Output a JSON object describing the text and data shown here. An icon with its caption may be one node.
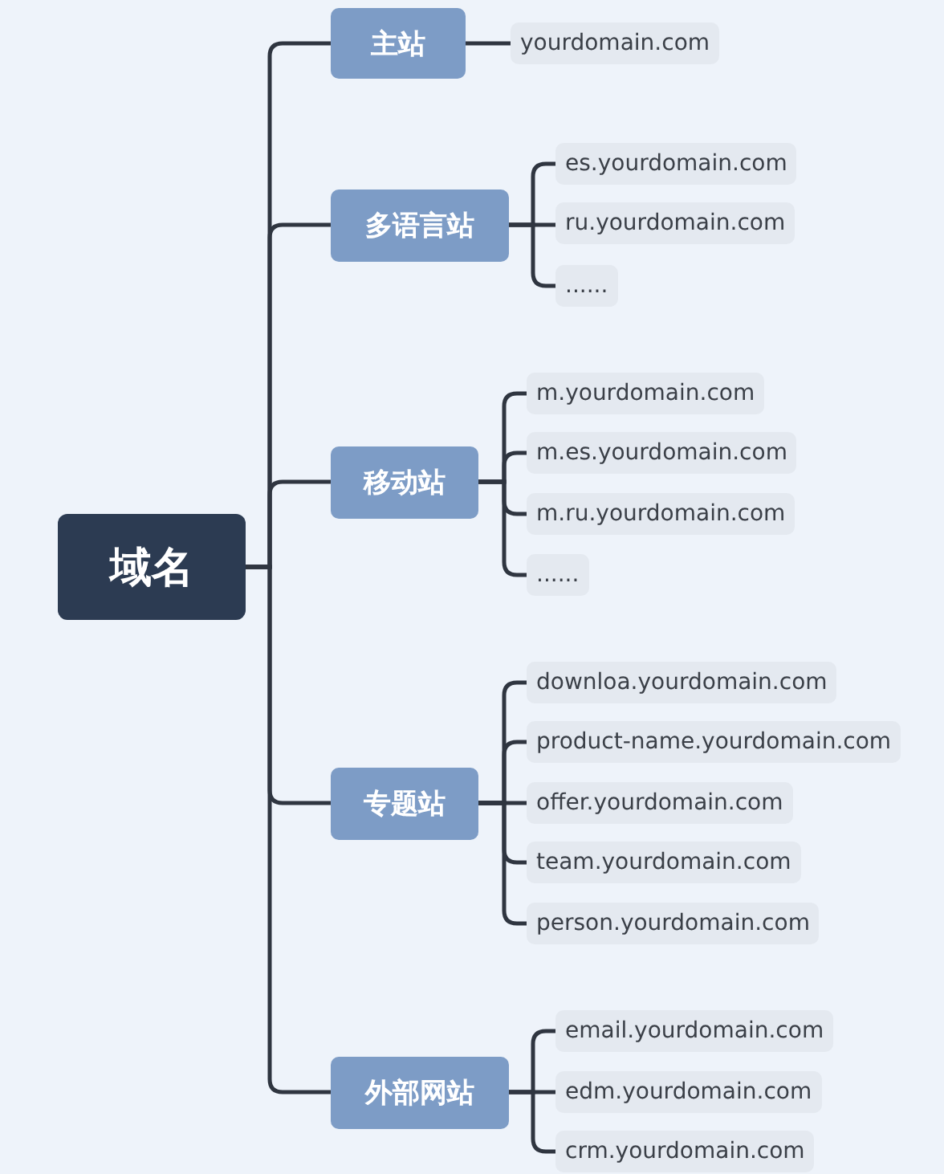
{
  "diagram": {
    "nodes": [
      {
        "text": [
          "域名"
        ]
      },
      {
        "text": [
          "主站"
        ]
      },
      {
        "text": [
          "yourdomain.com"
        ]
      },
      {
        "text": [
          "多语言站"
        ]
      },
      {
        "text": [
          "es.yourdomain.com"
        ]
      },
      {
        "text": [
          "ru.yourdomain.com"
        ]
      },
      {
        "text": [
          "......"
        ]
      },
      {
        "text": [
          "移动站"
        ]
      },
      {
        "text": [
          "m.yourdomain.com"
        ]
      },
      {
        "text": [
          "m.es.yourdomain.com"
        ]
      },
      {
        "text": [
          "m.ru.yourdomain.com"
        ]
      },
      {
        "text": [
          "......"
        ]
      },
      {
        "text": [
          "专题站"
        ]
      },
      {
        "text": [
          "downloa.yourdomain.com"
        ]
      },
      {
        "text": [
          "product-name.yourdomain.com"
        ]
      },
      {
        "text": [
          "offer.yourdomain.com"
        ]
      },
      {
        "text": [
          "team.yourdomain.com"
        ]
      },
      {
        "text": [
          "person.yourdomain.com"
        ]
      },
      {
        "text": [
          "外部网站"
        ]
      },
      {
        "text": [
          "email.yourdomain.com"
        ]
      },
      {
        "text": [
          "edm.yourdomain.com"
        ]
      },
      {
        "text": [
          "crm.yourdomain.com"
        ]
      }
    ],
    "edges": [
      {
        "from": 0,
        "to": 1,
        "arrow": "none"
      },
      {
        "from": 0,
        "to": 3,
        "arrow": "none"
      },
      {
        "from": 0,
        "to": 7,
        "arrow": "none"
      },
      {
        "from": 0,
        "to": 12,
        "arrow": "none"
      },
      {
        "from": 0,
        "to": 18,
        "arrow": "none"
      },
      {
        "from": 1,
        "to": 2,
        "arrow": "none"
      },
      {
        "from": 3,
        "to": 4,
        "arrow": "none"
      },
      {
        "from": 3,
        "to": 5,
        "arrow": "none"
      },
      {
        "from": 3,
        "to": 6,
        "arrow": "none"
      },
      {
        "from": 7,
        "to": 8,
        "arrow": "none"
      },
      {
        "from": 7,
        "to": 9,
        "arrow": "none"
      },
      {
        "from": 7,
        "to": 10,
        "arrow": "none"
      },
      {
        "from": 7,
        "to": 11,
        "arrow": "none"
      },
      {
        "from": 12,
        "to": 13,
        "arrow": "none"
      },
      {
        "from": 12,
        "to": 14,
        "arrow": "none"
      },
      {
        "from": 12,
        "to": 15,
        "arrow": "none"
      },
      {
        "from": 12,
        "to": 16,
        "arrow": "none"
      },
      {
        "from": 12,
        "to": 17,
        "arrow": "none"
      },
      {
        "from": 18,
        "to": 19,
        "arrow": "none"
      },
      {
        "from": 18,
        "to": 20,
        "arrow": "none"
      },
      {
        "from": 18,
        "to": 21,
        "arrow": "none"
      }
    ]
  }
}
